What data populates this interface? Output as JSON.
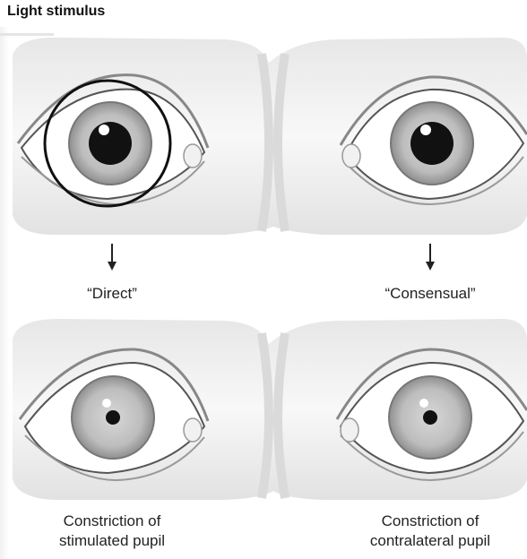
{
  "title": "Light stimulus",
  "labels": {
    "direct": "“Direct”",
    "consensual": "“Consensual”",
    "left_caption_line1": "Constriction of",
    "left_caption_line2": "stimulated pupil",
    "right_caption_line1": "Constriction of",
    "right_caption_line2": "contralateral pupil"
  }
}
